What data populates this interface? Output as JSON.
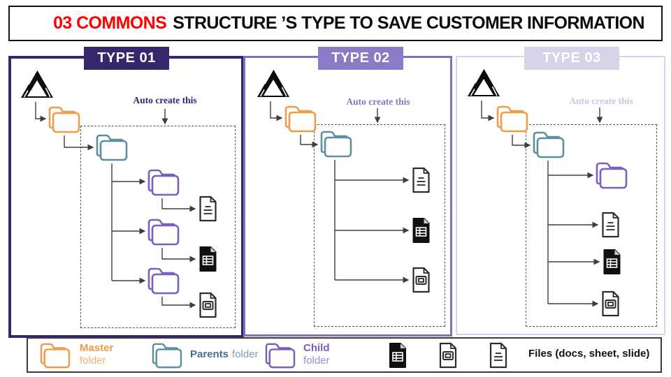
{
  "title": {
    "highlight": "03 COMMONS",
    "rest": "STRUCTURE ’S TYPE TO SAVE CUSTOMER INFORMATION"
  },
  "panels": [
    {
      "label": "TYPE 01",
      "auto_label": "Auto create this",
      "theme_color": "#38266A",
      "structure": "drive > master folder > parents folder > 3 child folders > doc, sheet, slide files"
    },
    {
      "label": "TYPE 02",
      "auto_label": "Auto create this",
      "theme_color": "#8A7BC4",
      "structure": "drive > master folder > parents folder > doc, sheet, slide files"
    },
    {
      "label": "TYPE 03",
      "auto_label": "Auto create this",
      "theme_color": "#D8D3E8",
      "structure": "drive > master folder > parents folder > child folder + doc, sheet, slide files"
    }
  ],
  "legend": {
    "master": {
      "bold": "Master",
      "rest": "folder"
    },
    "parents": {
      "bold": "Parents",
      "rest": "folder"
    },
    "child": {
      "bold": "Child",
      "rest": "folder"
    },
    "files_label": "Files (docs, sheet, slide)"
  },
  "colors": {
    "title_highlight": "#FF0000",
    "master_folder": "#EE9C48",
    "parents_folder": "#5D8FA0",
    "child_folder": "#7A5EC0",
    "type1": "#38266A",
    "type2": "#8A7BC4",
    "type3": "#D8D3E8",
    "connector": "#3D3D3D"
  },
  "icons": {
    "drive": "google-drive-icon",
    "folder": "double-folder-icon",
    "doc": "docs-file-icon",
    "sheet": "sheets-file-icon",
    "slide": "slides-file-icon"
  }
}
